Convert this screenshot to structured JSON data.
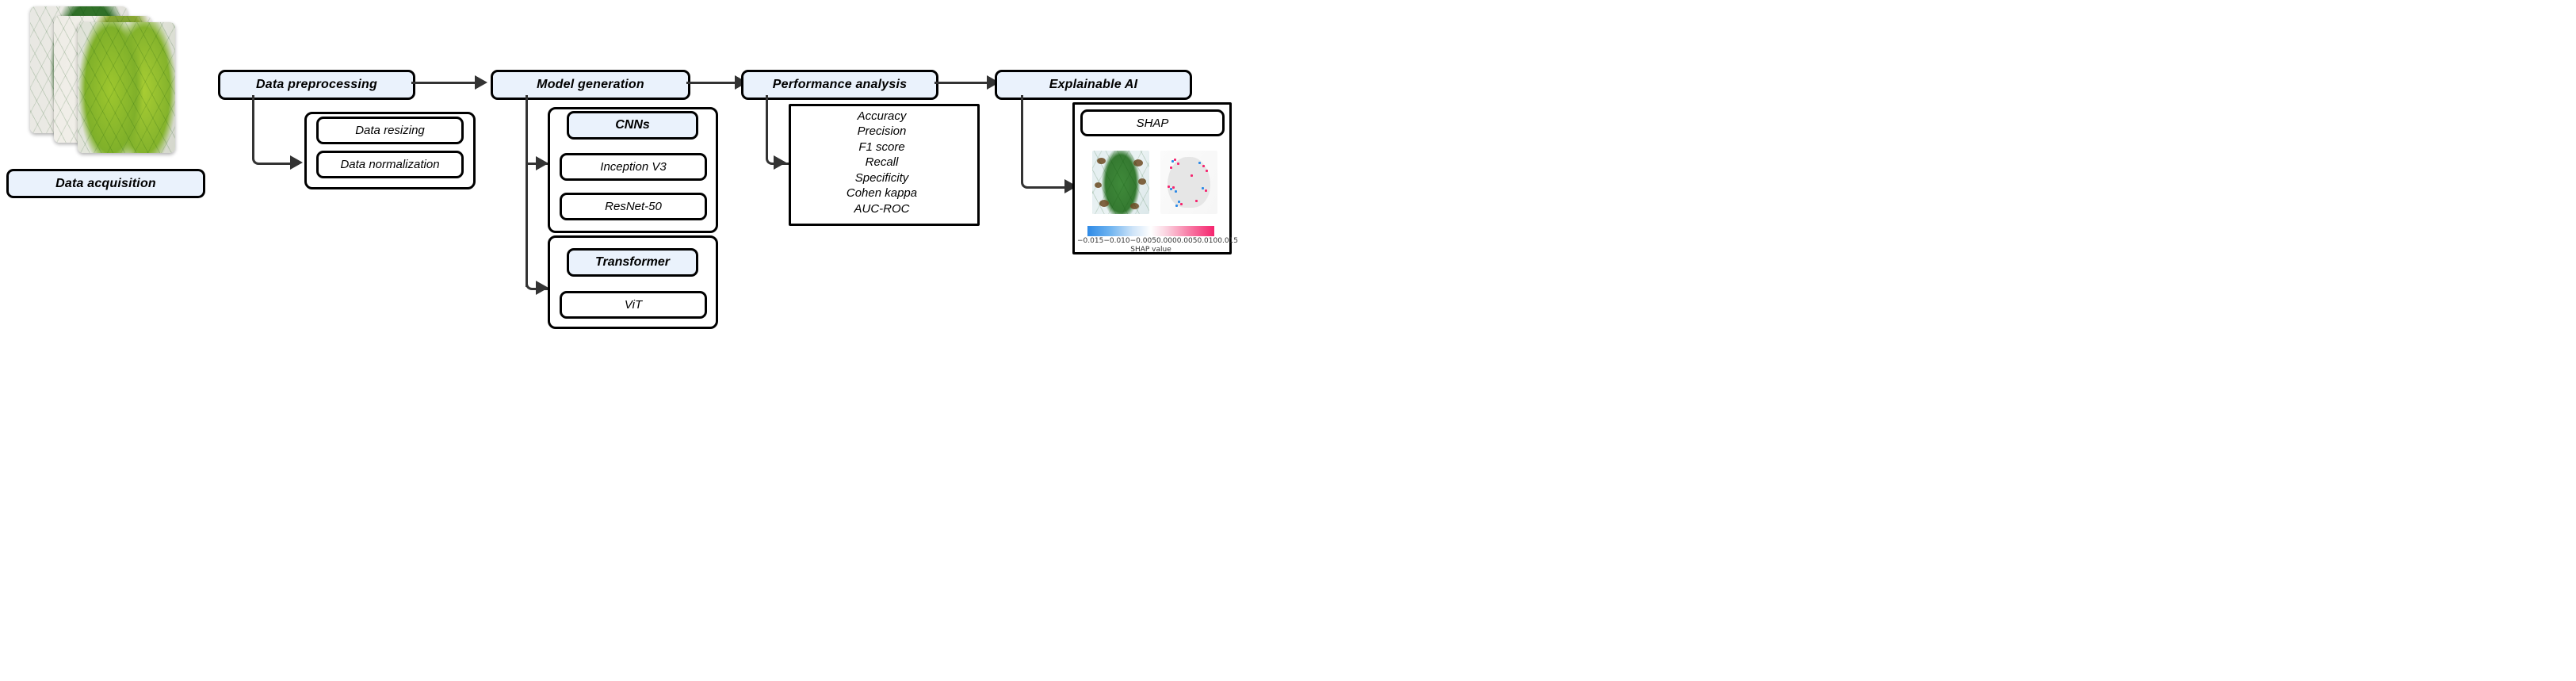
{
  "stages": {
    "acquisition": {
      "label": "Data acquisition"
    },
    "preprocessing": {
      "label": "Data preprocessing",
      "steps": [
        "Data resizing",
        "Data normalization"
      ]
    },
    "model_generation": {
      "label": "Model generation",
      "groups": [
        {
          "title": "CNNs",
          "models": [
            "Inception V3",
            "ResNet-50"
          ]
        },
        {
          "title": "Transformer",
          "models": [
            "ViT"
          ]
        }
      ]
    },
    "performance": {
      "label": "Performance analysis",
      "metrics": [
        "Accuracy",
        "Precision",
        "F1 score",
        "Recall",
        "Specificity",
        "Cohen kappa",
        "AUC-ROC"
      ]
    },
    "explainable_ai": {
      "label": "Explainable AI",
      "method": "SHAP",
      "colorbar": {
        "ticks": [
          "−0.015",
          "−0.010",
          "−0.005",
          "0.000",
          "0.005",
          "0.010",
          "0.015"
        ],
        "axis_label": "SHAP value",
        "negative_color": "#2e8ae6",
        "neutral_color": "#ffffff",
        "positive_color": "#f5246e"
      }
    }
  },
  "style": {
    "accent_fill": "#eaf2fc",
    "border_color": "#000000",
    "connector_color": "#333333"
  }
}
